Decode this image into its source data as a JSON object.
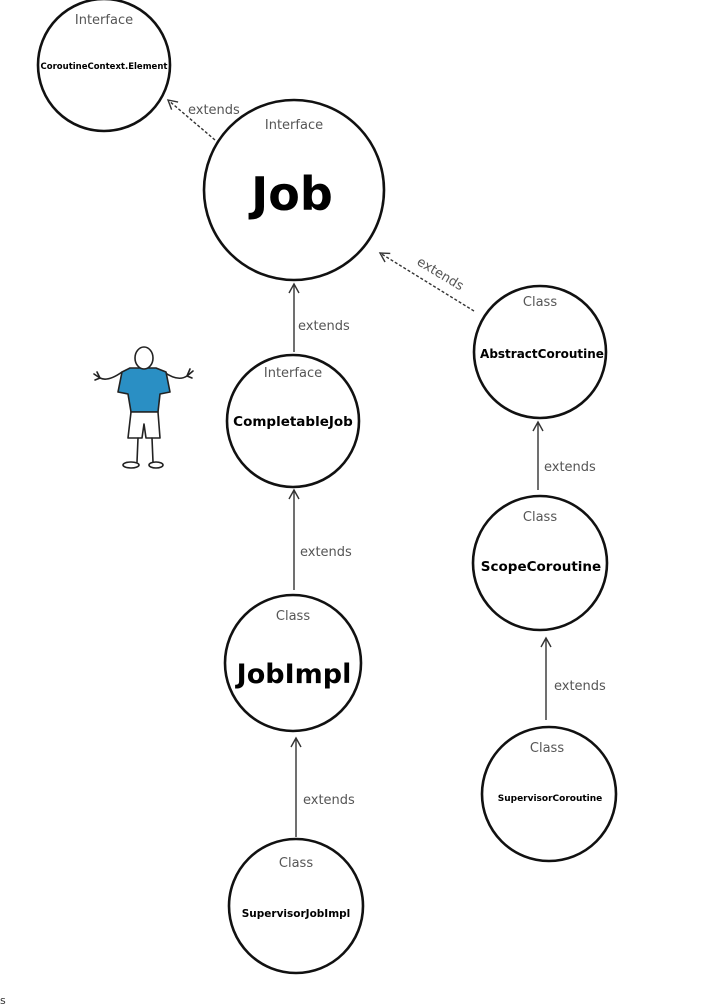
{
  "nodes": {
    "coroutine_context_element": {
      "kind": "Interface",
      "name": "CoroutineContext.Element"
    },
    "job": {
      "kind": "Interface",
      "name": "Job"
    },
    "completable_job": {
      "kind": "Interface",
      "name": "CompletableJob"
    },
    "abstract_coroutine": {
      "kind": "Class",
      "name": "AbstractCoroutine"
    },
    "scope_coroutine": {
      "kind": "Class",
      "name": "ScopeCoroutine"
    },
    "job_impl": {
      "kind": "Class",
      "name": "JobImpl"
    },
    "supervisor_coroutine": {
      "kind": "Class",
      "name": "SupervisorCoroutine"
    },
    "supervisor_job_impl": {
      "kind": "Class",
      "name": "SupervisorJobImpl"
    }
  },
  "edges": {
    "job_to_element": "extends",
    "abstract_to_job": "extends",
    "completable_to_job": "extends",
    "jobimpl_to_completable": "extends",
    "supervisorjobimpl_to_jobimpl": "extends",
    "scope_to_abstract": "extends",
    "supervisorcoroutine_to_scope": "extends"
  },
  "figure": {
    "shirt_color": "#2a8fc4",
    "outline_color": "#222222"
  },
  "footer": {
    "text": "s"
  }
}
